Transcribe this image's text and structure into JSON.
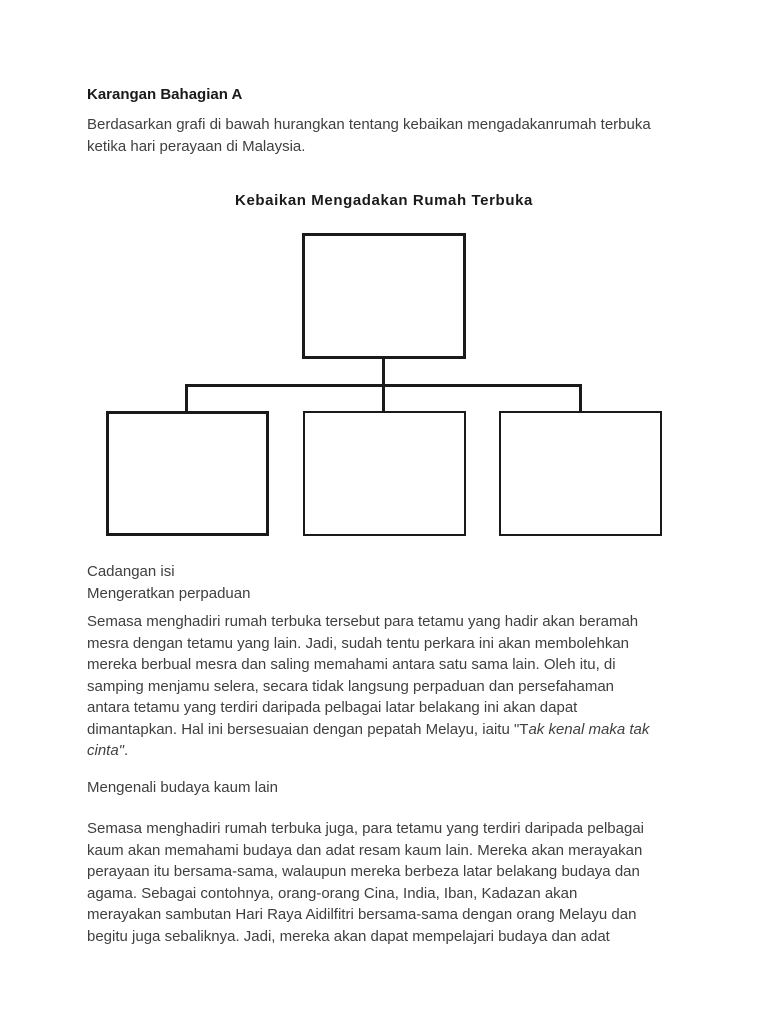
{
  "document": {
    "section_heading": "Karangan Bahagian A",
    "intro": {
      "lines": [
        [
          {
            "t": "Berdasarkan grafi di bawah hurangkan tentang kebaikan mengadakanrumah terbuka"
          }
        ],
        [
          {
            "t": "ketika hari perayaan di Malaysia."
          }
        ]
      ]
    },
    "diagram": {
      "title": "Kebaikan Mengadakan Rumah Terbuka",
      "boxes": [
        {
          "name": "main-topic-box",
          "label": ""
        },
        {
          "name": "benefit-box-left",
          "label": ""
        },
        {
          "name": "benefit-box-middle",
          "label": ""
        },
        {
          "name": "benefit-box-right",
          "label": ""
        }
      ]
    },
    "suggestion_label": "Cadangan isi",
    "sections": [
      {
        "heading": "Mengeratkan perpaduan",
        "lines": [
          [
            {
              "t": "Semasa menghadiri rumah terbuka tersebut para tetamu yang hadir akan beramah"
            }
          ],
          [
            {
              "t": "mesra dengan tetamu yang lain. Jadi, sudah tentu perkara ini akan membolehkan"
            }
          ],
          [
            {
              "t": "mereka berbual mesra dan saling memahami antara satu sama lain. Oleh itu, di"
            }
          ],
          [
            {
              "t": "samping menjamu selera, secara tidak langsung perpaduan dan persefahaman"
            }
          ],
          [
            {
              "t": "antara tetamu yang terdiri daripada pelbagai latar belakang ini akan dapat"
            }
          ],
          [
            {
              "t": "dimantapkan. Hal ini bersesuaian dengan pepatah Melayu, iaitu \"T"
            },
            {
              "t": "ak kenal maka tak",
              "i": true
            }
          ],
          [
            {
              "t": "cinta\"",
              "i": true
            },
            {
              "t": "."
            }
          ]
        ]
      },
      {
        "heading": "Mengenali budaya kaum lain",
        "lines": [
          [
            {
              "t": "Semasa menghadiri rumah terbuka juga, para tetamu yang terdiri daripada pelbagai"
            }
          ],
          [
            {
              "t": "kaum akan memahami budaya dan adat resam kaum lain. Mereka akan merayakan"
            }
          ],
          [
            {
              "t": "perayaan itu bersama-sama, walaupun mereka berbeza latar belakang budaya dan"
            }
          ],
          [
            {
              "t": "agama. Sebagai contohnya, orang-orang Cina, India, Iban, Kadazan akan"
            }
          ],
          [
            {
              "t": "merayakan sambutan Hari Raya Aidilfitri bersama-sama dengan orang Melayu dan"
            }
          ],
          [
            {
              "t": "begitu juga sebaliknya. Jadi, mereka akan dapat mempelajari budaya dan adat"
            }
          ]
        ]
      }
    ],
    "colors": {
      "text": "#3f3f3f",
      "heading": "#1a1a1a",
      "diagram_line": "#1a1a1a",
      "page_bg": "#ffffff"
    }
  }
}
